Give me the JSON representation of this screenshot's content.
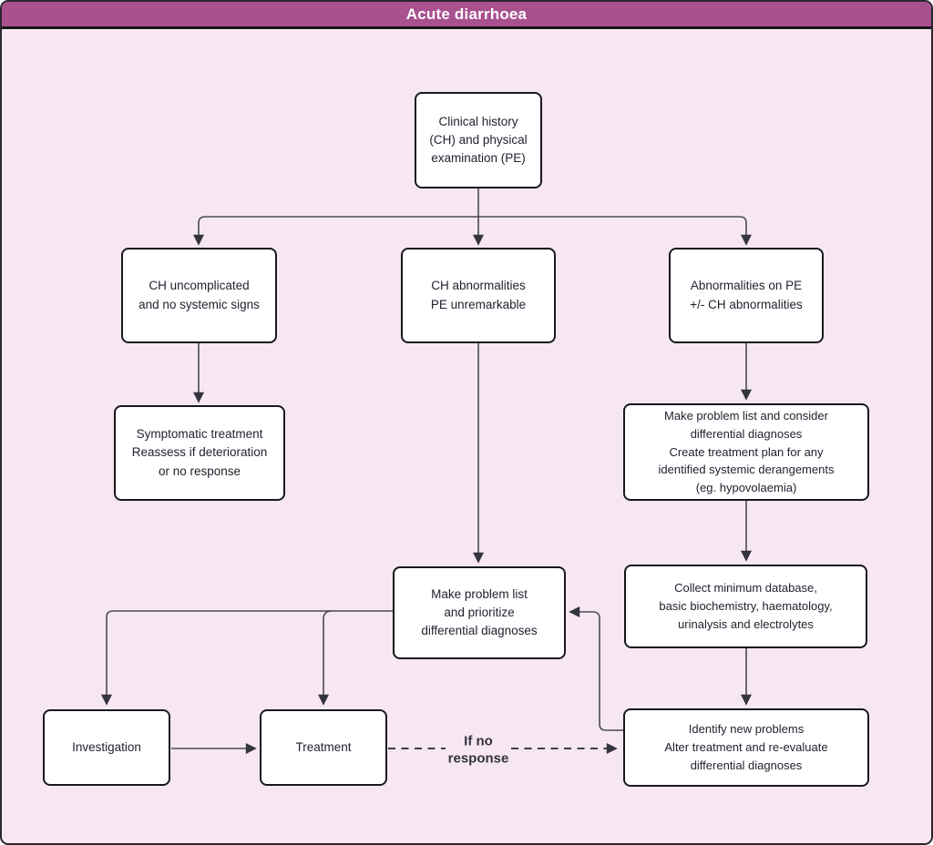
{
  "header": {
    "title": "Acute diarrhoea"
  },
  "colors": {
    "header_bg": "#a9508f",
    "body_bg": "#f6e7f1",
    "box_fill": "#ffffff",
    "box_border": "#18181f",
    "connector": "#4b4b58",
    "arrowhead": "#34343f"
  },
  "nodes": {
    "clinical_history": "Clinical history\n(CH) and physical\nexamination (PE)",
    "ch_uncomplicated": "CH uncomplicated\nand no systemic signs",
    "ch_abnormalities": "CH abnormalities\nPE unremarkable",
    "abnormalities_pe": "Abnormalities on PE\n+/- CH abnormalities",
    "symptomatic_treatment": "Symptomatic treatment\nReassess if deterioration\nor no response",
    "problem_list_consider": "Make problem list and consider\ndifferential diagnoses\nCreate treatment plan for any\nidentified systemic derangements\n(eg. hypovolaemia)",
    "problem_list_prioritize": "Make problem list\nand prioritize\ndifferential diagnoses",
    "collect_database": "Collect minimum database,\nbasic biochemistry, haematology,\nurinalysis and electrolytes",
    "investigation": "Investigation",
    "treatment": "Treatment",
    "identify_new_problems": "Identify new problems\nAlter treatment and re-evaluate\ndifferential diagnoses"
  },
  "labels": {
    "if_no_response": "If no\nresponse"
  }
}
